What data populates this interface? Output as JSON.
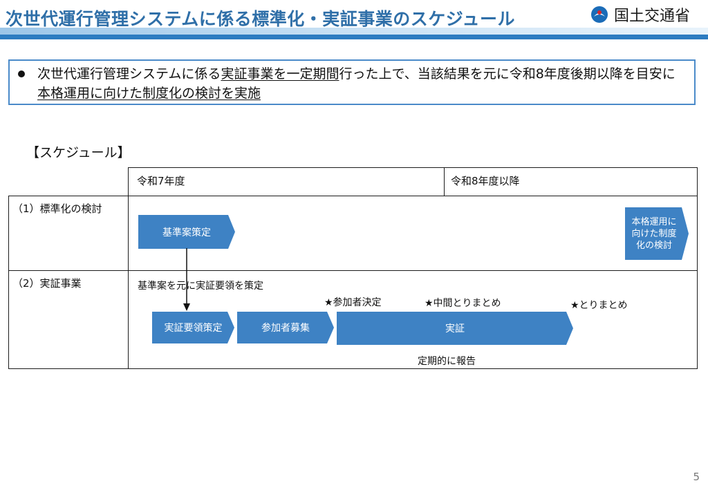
{
  "header": {
    "title": "次世代運行管理システムに係る標準化・実証事業のスケジュール",
    "logo_text": "国土交通省",
    "logo_icon": "mlit-logo-icon"
  },
  "summary": {
    "part1": "次世代運行管理システムに係る",
    "part2": "実証事業を一定期間",
    "part3": "行った上で、当該結果を元に令和8年度後期以降を目安に",
    "part4": "本格運用に向けた制度化の検討を実施"
  },
  "schedule": {
    "heading": "【スケジュール】",
    "columns": [
      "令和7年度",
      "令和8年度以降"
    ],
    "rows": [
      {
        "label": "（1）標準化の検討",
        "bars": [
          "基準案策定",
          "本格運用に向けた制度化の検討"
        ]
      },
      {
        "label": "（2）実証事業",
        "note": "基準案を元に実証要領を策定",
        "bars": [
          "実証要領策定",
          "参加者募集",
          "実証"
        ],
        "milestones": [
          "★参加者決定",
          "★中間とりまとめ",
          "★とりまとめ"
        ],
        "report": "定期的に報告"
      }
    ]
  },
  "colors": {
    "accent": "#3e82c4",
    "title": "#2f6fa8",
    "border": "#4a8ac9"
  },
  "page_number": "5"
}
